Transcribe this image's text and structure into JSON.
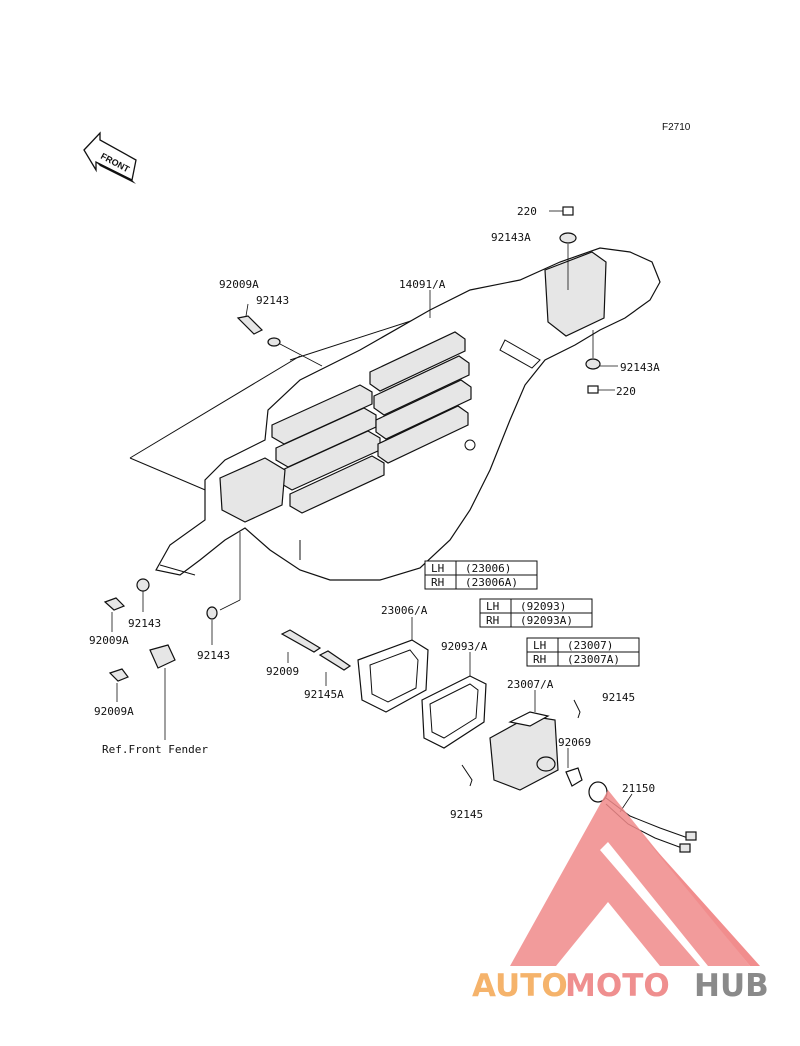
{
  "figure_code": "F2710",
  "front_arrow_label": "FRONT",
  "part_labels": {
    "p220_top": "220",
    "p92143a_top": "92143A",
    "p92009a_top": "92009A",
    "p92143_top": "92143",
    "p14091a": "14091/A",
    "p92143a_right": "92143A",
    "p220_right": "220",
    "p92143_left1": "92143",
    "p92009a_left1": "92009A",
    "p92143_left2": "92143",
    "p92009a_left2": "92009A",
    "p92009": "92009",
    "p92145a": "92145A",
    "p23006a": "23006/A",
    "p92093a": "92093/A",
    "p23007a": "23007/A",
    "p92145_right": "92145",
    "p92069": "92069",
    "p21150": "21150",
    "p92145_bottom": "92145"
  },
  "reference_note": "Ref.Front Fender",
  "variant_tables": [
    {
      "rows": [
        {
          "side": "LH",
          "part": "(23006)"
        },
        {
          "side": "RH",
          "part": "(23006A)"
        }
      ]
    },
    {
      "rows": [
        {
          "side": "LH",
          "part": "(92093)"
        },
        {
          "side": "RH",
          "part": "(92093A)"
        }
      ]
    },
    {
      "rows": [
        {
          "side": "LH",
          "part": "(23007)"
        },
        {
          "side": "RH",
          "part": "(23007A)"
        }
      ]
    }
  ],
  "watermark": {
    "part1": "AUTO",
    "part2": "MOTO",
    "part3": "HUB"
  },
  "colors": {
    "line": "#111111",
    "watermark_orange": "#f5b36b",
    "watermark_red": "#ef8f8f",
    "watermark_gray": "#8a8a8a",
    "triangle_fill": "#f08a8a"
  }
}
